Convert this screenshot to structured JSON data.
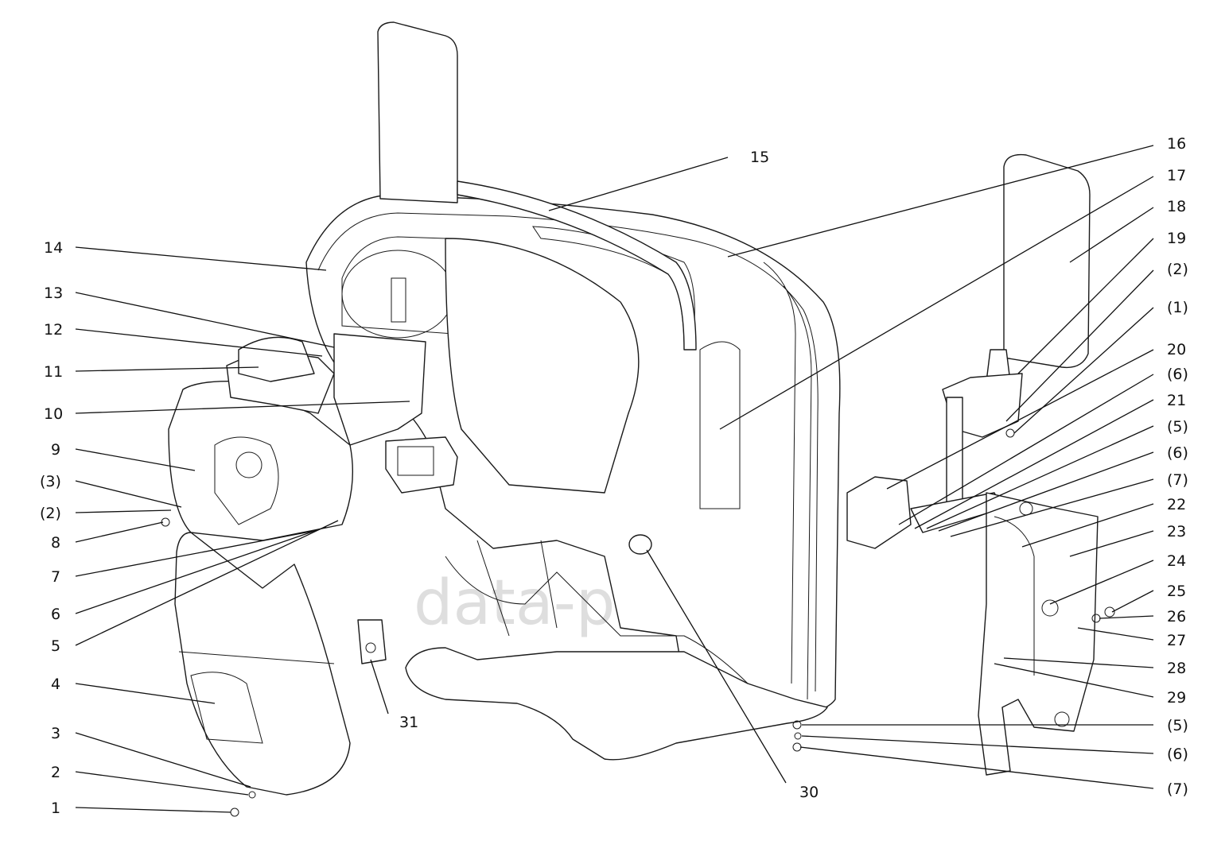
{
  "diagram": {
    "callouts": [
      {
        "id": "c1",
        "label": "1",
        "side": "left"
      },
      {
        "id": "c2",
        "label": "2",
        "side": "left"
      },
      {
        "id": "c3",
        "label": "3",
        "side": "left"
      },
      {
        "id": "c4",
        "label": "4",
        "side": "left"
      },
      {
        "id": "c5",
        "label": "5",
        "side": "left"
      },
      {
        "id": "c6",
        "label": "6",
        "side": "left"
      },
      {
        "id": "c7",
        "label": "7",
        "side": "left"
      },
      {
        "id": "c8",
        "label": "8",
        "side": "left"
      },
      {
        "id": "c2b",
        "label": "(2)",
        "side": "left"
      },
      {
        "id": "c3b",
        "label": "(3)",
        "side": "left"
      },
      {
        "id": "c9",
        "label": "9",
        "side": "left"
      },
      {
        "id": "c10",
        "label": "10",
        "side": "left"
      },
      {
        "id": "c11",
        "label": "11",
        "side": "left"
      },
      {
        "id": "c12",
        "label": "12",
        "side": "left"
      },
      {
        "id": "c13",
        "label": "13",
        "side": "left"
      },
      {
        "id": "c14",
        "label": "14",
        "side": "left"
      },
      {
        "id": "c15",
        "label": "15",
        "side": "top"
      },
      {
        "id": "c16",
        "label": "16",
        "side": "right"
      },
      {
        "id": "c17",
        "label": "17",
        "side": "right"
      },
      {
        "id": "c18",
        "label": "18",
        "side": "right"
      },
      {
        "id": "c19",
        "label": "19",
        "side": "right"
      },
      {
        "id": "c2r",
        "label": "(2)",
        "side": "right"
      },
      {
        "id": "c1r",
        "label": "(1)",
        "side": "right"
      },
      {
        "id": "c20",
        "label": "20",
        "side": "right"
      },
      {
        "id": "c6r",
        "label": "(6)",
        "side": "right"
      },
      {
        "id": "c21",
        "label": "21",
        "side": "right"
      },
      {
        "id": "c5r",
        "label": "(5)",
        "side": "right"
      },
      {
        "id": "c6s",
        "label": "(6)",
        "side": "right"
      },
      {
        "id": "c7r",
        "label": "(7)",
        "side": "right"
      },
      {
        "id": "c22",
        "label": "22",
        "side": "right"
      },
      {
        "id": "c23",
        "label": "23",
        "side": "right"
      },
      {
        "id": "c24",
        "label": "24",
        "side": "right"
      },
      {
        "id": "c25",
        "label": "25",
        "side": "right"
      },
      {
        "id": "c26",
        "label": "26",
        "side": "right"
      },
      {
        "id": "c27",
        "label": "27",
        "side": "right"
      },
      {
        "id": "c28",
        "label": "28",
        "side": "right"
      },
      {
        "id": "c29",
        "label": "29",
        "side": "right"
      },
      {
        "id": "c5b",
        "label": "(5)",
        "side": "right"
      },
      {
        "id": "c6b",
        "label": "(6)",
        "side": "right"
      },
      {
        "id": "c7b",
        "label": "(7)",
        "side": "right"
      },
      {
        "id": "c30",
        "label": "30",
        "side": "bottom"
      },
      {
        "id": "c31",
        "label": "31",
        "side": "bottom"
      }
    ],
    "watermark": "data-parts",
    "colors": {
      "line": "#111111",
      "watermark": "#c4c4c4",
      "background": "#ffffff"
    }
  }
}
